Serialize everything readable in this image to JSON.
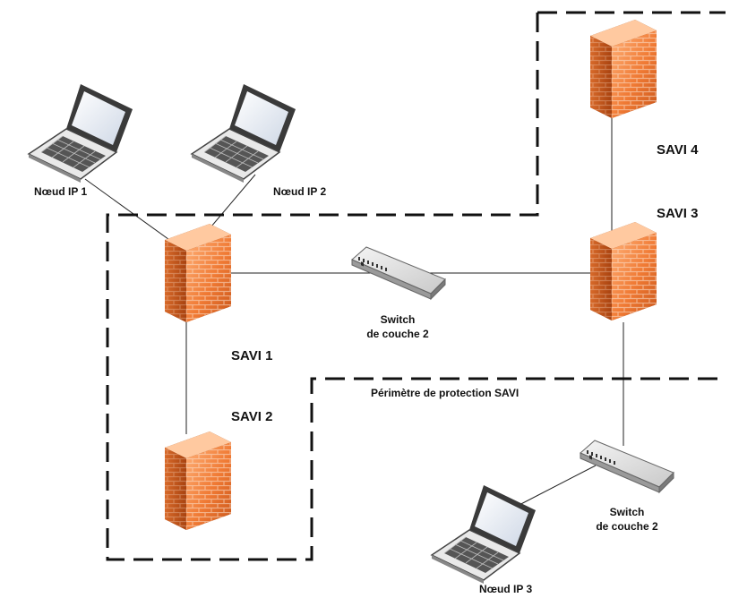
{
  "labels": {
    "node1": "Nœud IP 1",
    "node2": "Nœud IP 2",
    "node3": "Nœud IP 3",
    "savi1": "SAVI 1",
    "savi2": "SAVI 2",
    "savi3": "SAVI 3",
    "savi4": "SAVI 4",
    "switch_top_line1": "Switch",
    "switch_top_line2": "de couche 2",
    "switch_bottom_line1": "Switch",
    "switch_bottom_line2": "de couche 2",
    "perimeter": "Périmètre de protection SAVI"
  },
  "colors": {
    "firewall": "#e8742c",
    "line": "#222222"
  }
}
